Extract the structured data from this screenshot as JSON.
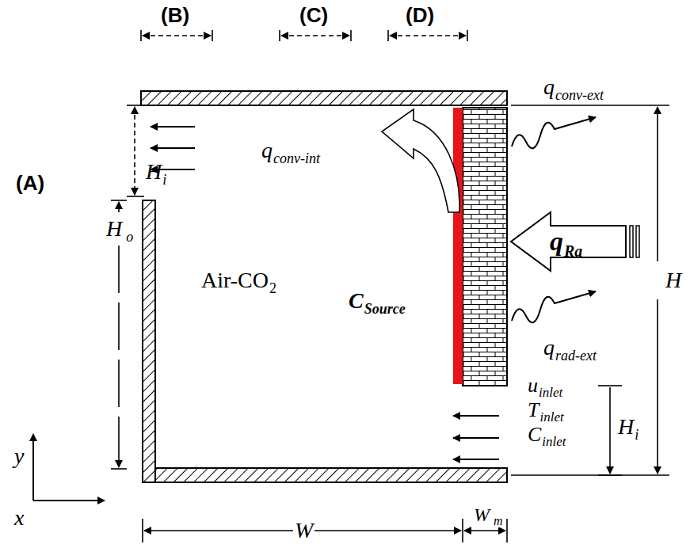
{
  "diagram": {
    "labels": [
      "(B)",
      "(C)",
      "(D)",
      "(A)",
      "H",
      "i",
      "q",
      "conv-int",
      "q",
      "conv-ext",
      "H",
      "o",
      "Air-CO",
      "2",
      "C",
      "Source",
      "q",
      "Ra",
      "H",
      "q",
      "rad-ext",
      "u",
      "inlet",
      "T",
      "inlet",
      "C",
      "inlet",
      "H",
      "i",
      "y",
      "x",
      "W",
      "W",
      "m"
    ]
  }
}
